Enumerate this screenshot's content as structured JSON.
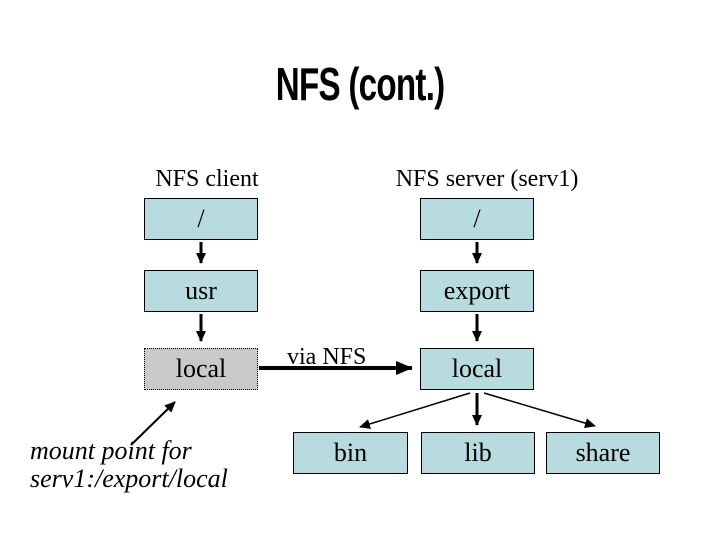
{
  "slide": {
    "title": "NFS (cont.)"
  },
  "columns": {
    "client": {
      "label": "NFS client",
      "boxes": [
        {
          "id": "root",
          "label": "/"
        },
        {
          "id": "usr",
          "label": "usr"
        },
        {
          "id": "local",
          "label": "local",
          "note": "mounted directory, gray dotted box"
        }
      ]
    },
    "server": {
      "label": "NFS server (serv1)",
      "boxes": [
        {
          "id": "root",
          "label": "/"
        },
        {
          "id": "export",
          "label": "export"
        },
        {
          "id": "local",
          "label": "local"
        }
      ],
      "children": [
        {
          "id": "bin",
          "label": "bin"
        },
        {
          "id": "lib",
          "label": "lib"
        },
        {
          "id": "share",
          "label": "share"
        }
      ]
    }
  },
  "annotations": {
    "via_nfs": "via NFS",
    "mount_caption_line1": "mount point for",
    "mount_caption_line2": "serv1:/export/local"
  },
  "colors": {
    "box_fill": "#b8dbe0",
    "mounted_box_fill": "#c9c9c9",
    "border": "#000000",
    "text": "#000000",
    "background": "#ffffff"
  }
}
